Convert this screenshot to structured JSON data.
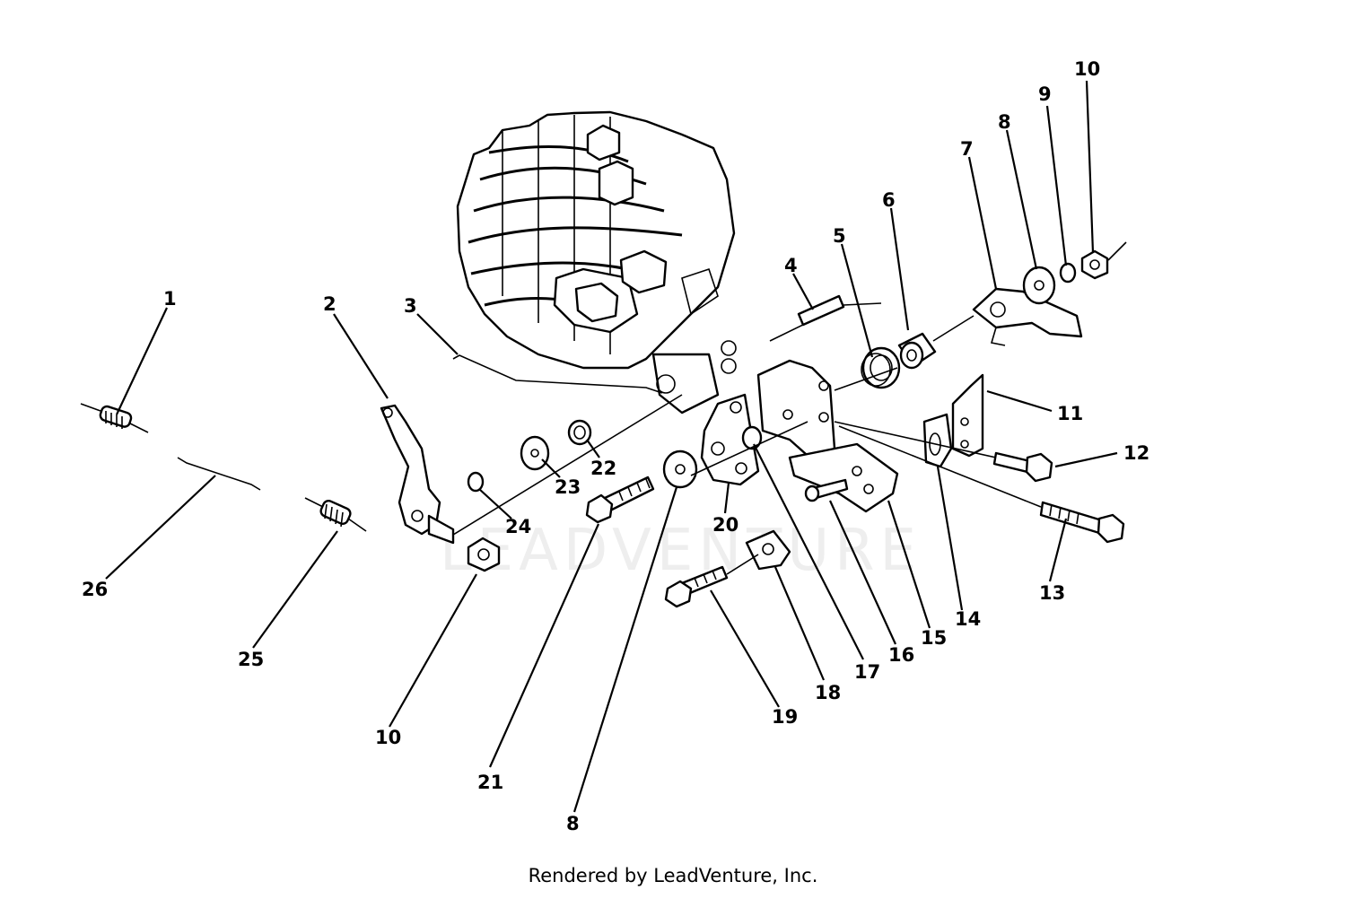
{
  "footer": {
    "credit": "Rendered by LeadVenture, Inc."
  },
  "watermark": {
    "text": "LEADVENTURE"
  },
  "callouts": [
    {
      "id": "c1",
      "label": "1"
    },
    {
      "id": "c2",
      "label": "2"
    },
    {
      "id": "c3",
      "label": "3"
    },
    {
      "id": "c4",
      "label": "4"
    },
    {
      "id": "c5",
      "label": "5"
    },
    {
      "id": "c6",
      "label": "6"
    },
    {
      "id": "c7",
      "label": "7"
    },
    {
      "id": "c8a",
      "label": "8"
    },
    {
      "id": "c9",
      "label": "9"
    },
    {
      "id": "c10a",
      "label": "10"
    },
    {
      "id": "c11",
      "label": "11"
    },
    {
      "id": "c12",
      "label": "12"
    },
    {
      "id": "c13",
      "label": "13"
    },
    {
      "id": "c14",
      "label": "14"
    },
    {
      "id": "c15",
      "label": "15"
    },
    {
      "id": "c16",
      "label": "16"
    },
    {
      "id": "c17",
      "label": "17"
    },
    {
      "id": "c18",
      "label": "18"
    },
    {
      "id": "c19",
      "label": "19"
    },
    {
      "id": "c20",
      "label": "20"
    },
    {
      "id": "c21",
      "label": "21"
    },
    {
      "id": "c8b",
      "label": "8"
    },
    {
      "id": "c10b",
      "label": "10"
    },
    {
      "id": "c22",
      "label": "22"
    },
    {
      "id": "c23",
      "label": "23"
    },
    {
      "id": "c24",
      "label": "24"
    },
    {
      "id": "c25",
      "label": "25"
    },
    {
      "id": "c26",
      "label": "26"
    }
  ]
}
